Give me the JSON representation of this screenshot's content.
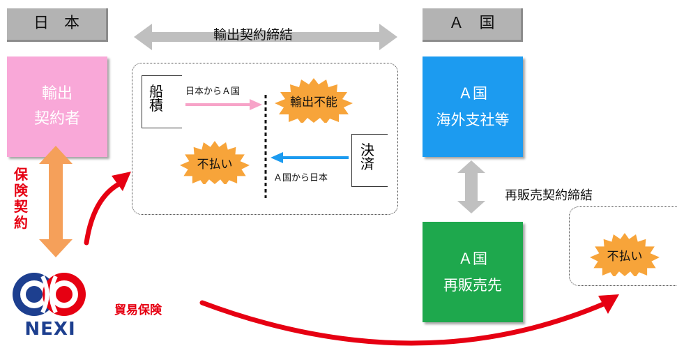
{
  "japan_header": "日　本",
  "country_a_header": "Ａ　国",
  "exporter": {
    "line1": "輸出",
    "line2": "契約者",
    "color": "#f9a8d8"
  },
  "export_contract": "輸出契約締結",
  "left_doc": {
    "line1": "船",
    "line2": "積"
  },
  "right_doc": {
    "line1": "決",
    "line2": "済"
  },
  "to_country_a": "日本からＡ国",
  "to_japan": "Ａ国から日本",
  "starburst_export_impossible": "輸出不能",
  "starburst_nonpayment_1": "不払い",
  "starburst_nonpayment_2": "不払い",
  "subsidiary": {
    "line1": "Ａ国",
    "line2": "海外支社等",
    "color": "#1c9bf0"
  },
  "resale_contract": "再販売契約締結",
  "reseller": {
    "line1": "Ａ国",
    "line2": "再販売先",
    "color": "#1ea84d"
  },
  "insurance_contract_chars": [
    "保",
    "険",
    "契",
    "約"
  ],
  "trade_insurance": "貿易保険",
  "nexi_logo_text": "NEXI",
  "colors": {
    "red": "#e60012",
    "orange": "#f5a05a",
    "pink_arrow": "#f7a3c8",
    "blue_arrow": "#1c9bf0",
    "gray_arrow": "#c0c0c0",
    "star": "#f7a43a"
  }
}
